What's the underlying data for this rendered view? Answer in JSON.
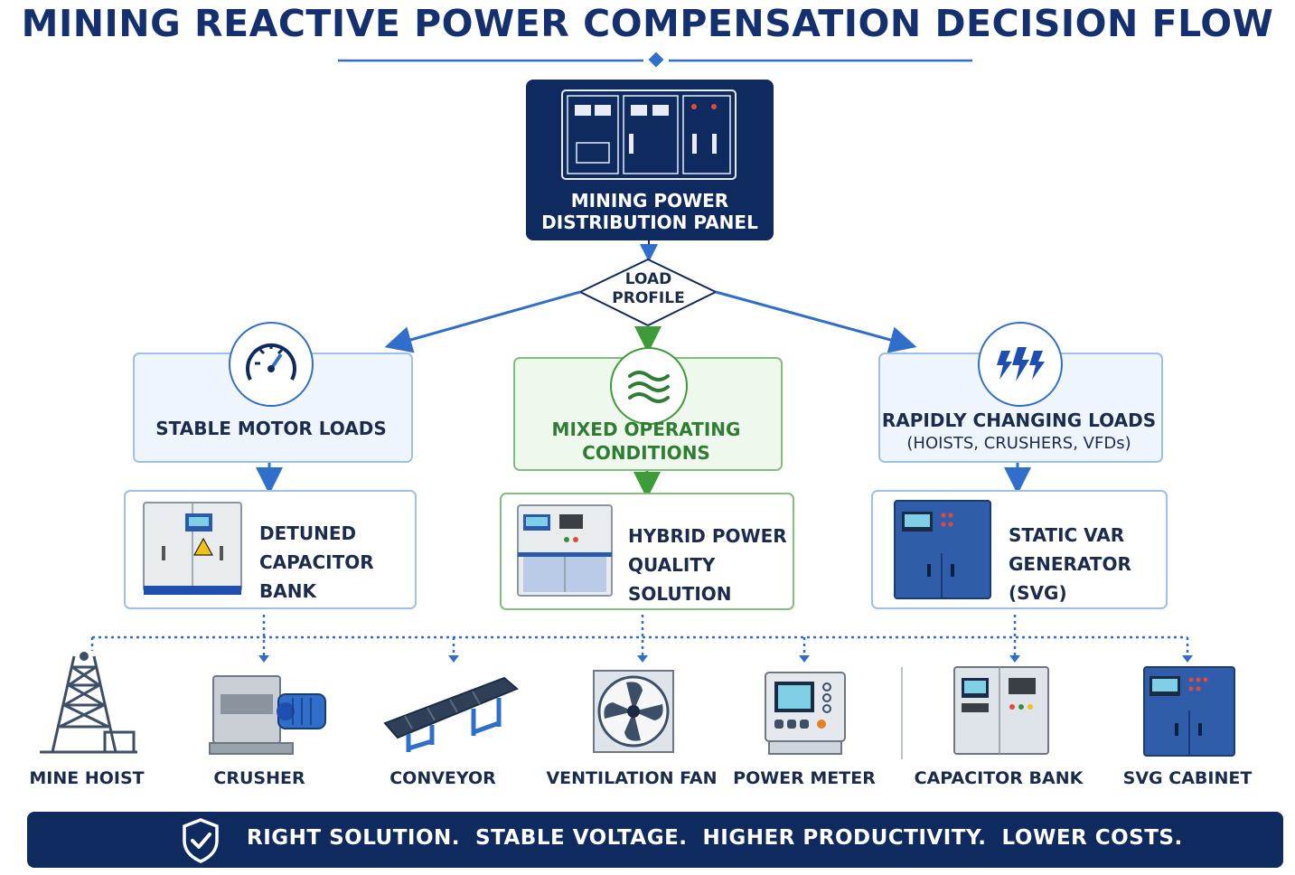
{
  "title": "MINING REACTIVE POWER COMPENSATION DECISION FLOW",
  "source": {
    "label_line1": "MINING POWER",
    "label_line2": "DISTRIBUTION PANEL"
  },
  "decision": {
    "line1": "LOAD",
    "line2": "PROFILE"
  },
  "categories": [
    {
      "line1": "STABLE MOTOR LOADS",
      "line2": "",
      "icon": "gauge-icon"
    },
    {
      "line1": "MIXED OPERATING",
      "line2": "CONDITIONS",
      "icon": "waves-icon"
    },
    {
      "line1": "RAPIDLY CHANGING LOADS",
      "line2": "(HOISTS, CRUSHERS, VFDs)",
      "icon": "lightning-icon"
    }
  ],
  "solutions": [
    {
      "line1": "DETUNED",
      "line2": "CAPACITOR BANK",
      "icon": "capacitor-cabinet-icon"
    },
    {
      "line1": "HYBRID POWER",
      "line2": "QUALITY SOLUTION",
      "icon": "hybrid-cabinet-icon"
    },
    {
      "line1": "STATIC VAR",
      "line2": "GENERATOR (SVG)",
      "icon": "svg-cabinet-icon"
    }
  ],
  "equipment": [
    {
      "label": "MINE HOIST",
      "icon": "mine-hoist-icon"
    },
    {
      "label": "CRUSHER",
      "icon": "crusher-icon"
    },
    {
      "label": "CONVEYOR",
      "icon": "conveyor-icon"
    },
    {
      "label": "VENTILATION FAN",
      "icon": "fan-icon"
    },
    {
      "label": "POWER METER",
      "icon": "power-meter-icon"
    },
    {
      "label": "CAPACITOR BANK",
      "icon": "capacitor-bank-icon"
    },
    {
      "label": "SVG CABINET",
      "icon": "svg-cabinet-icon"
    }
  ],
  "banner": {
    "text": "RIGHT SOLUTION.  STABLE VOLTAGE.  HIGHER PRODUCTIVITY.  LOWER COSTS.",
    "icon": "shield-check-icon"
  },
  "colors": {
    "navy": "#0f2a5e",
    "accent_blue": "#2f6fcb",
    "green": "#3f9a3a",
    "light_blue": "#9cc0e8"
  }
}
